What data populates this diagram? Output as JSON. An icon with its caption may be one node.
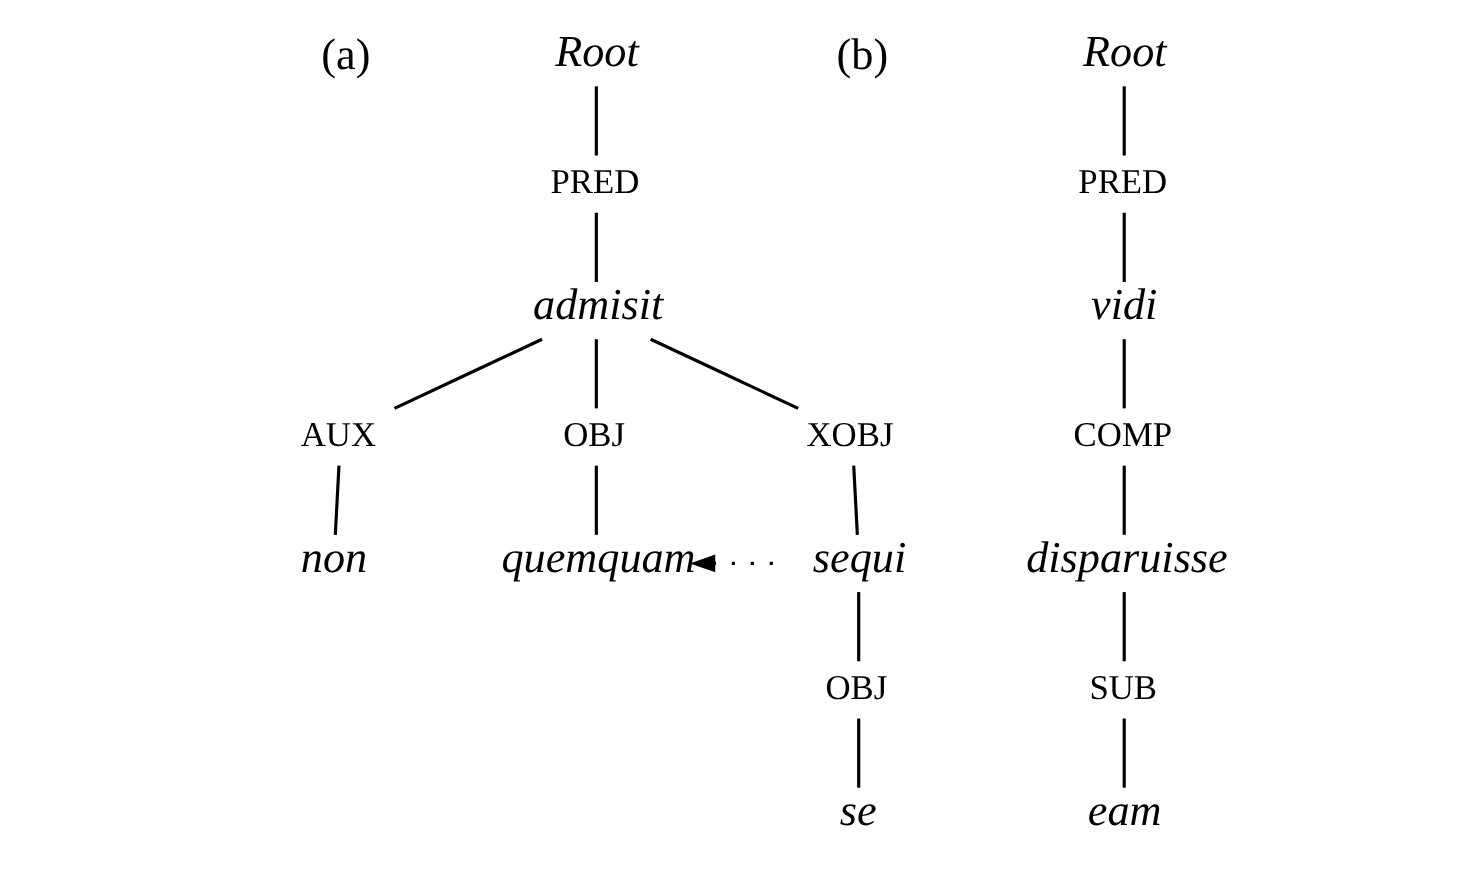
{
  "diagram": {
    "nodes": [
      {
        "text": [
          "Root"
        ]
      },
      {
        "text": [
          "PRED"
        ]
      },
      {
        "text": [
          "admisit"
        ]
      },
      {
        "text": [
          "AUX"
        ]
      },
      {
        "text": [
          "OBJ"
        ]
      },
      {
        "text": [
          "XOBJ"
        ]
      },
      {
        "text": [
          "non"
        ]
      },
      {
        "text": [
          "quemquam"
        ]
      },
      {
        "text": [
          "sequi"
        ]
      },
      {
        "text": [
          "OBJ"
        ]
      },
      {
        "text": [
          "se"
        ]
      },
      {
        "text": [
          "Root"
        ]
      },
      {
        "text": [
          "PRED"
        ]
      },
      {
        "text": [
          "vidi"
        ]
      },
      {
        "text": [
          "COMP"
        ]
      },
      {
        "text": [
          "disparuisse"
        ]
      },
      {
        "text": [
          "SUB"
        ]
      },
      {
        "text": [
          "eam"
        ]
      }
    ],
    "edges": [
      {
        "from": 0,
        "to": 1,
        "arrow": "none"
      },
      {
        "from": 1,
        "to": 2,
        "arrow": "none"
      },
      {
        "from": 2,
        "to": 3,
        "arrow": "none"
      },
      {
        "from": 2,
        "to": 4,
        "arrow": "none"
      },
      {
        "from": 2,
        "to": 5,
        "arrow": "none"
      },
      {
        "from": 3,
        "to": 6,
        "arrow": "none"
      },
      {
        "from": 4,
        "to": 7,
        "arrow": "none"
      },
      {
        "from": 5,
        "to": 8,
        "arrow": "none"
      },
      {
        "from": 8,
        "to": 9,
        "arrow": "none"
      },
      {
        "from": 9,
        "to": 10,
        "arrow": "none"
      },
      {
        "from": 8,
        "to": 7,
        "arrow": "to",
        "style": "dashed"
      },
      {
        "from": 11,
        "to": 12,
        "arrow": "none"
      },
      {
        "from": 12,
        "to": 13,
        "arrow": "none"
      },
      {
        "from": 13,
        "to": 14,
        "arrow": "none"
      },
      {
        "from": 14,
        "to": 15,
        "arrow": "none"
      },
      {
        "from": 15,
        "to": 16,
        "arrow": "none"
      },
      {
        "from": 16,
        "to": 17,
        "arrow": "none"
      }
    ],
    "labels": [
      "(a)",
      "(b)"
    ]
  }
}
